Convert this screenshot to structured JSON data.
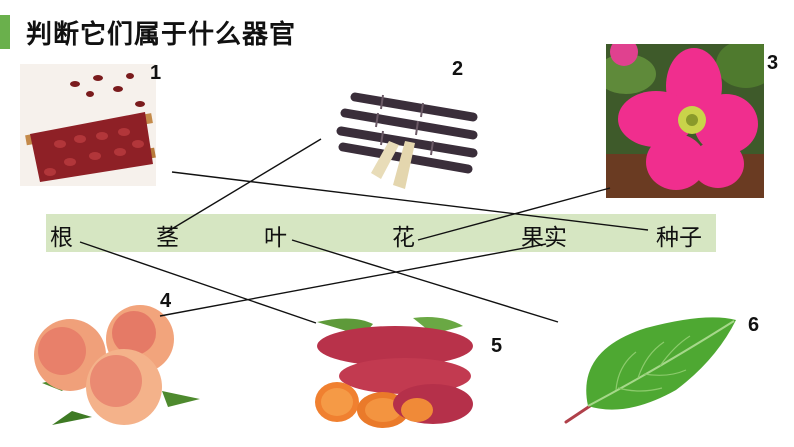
{
  "title": "判断它们属于什么器官",
  "items": [
    {
      "number": "1",
      "name": "beans-image"
    },
    {
      "number": "2",
      "name": "sugarcane-image"
    },
    {
      "number": "3",
      "name": "petunia-flower-image"
    },
    {
      "number": "4",
      "name": "peach-image"
    },
    {
      "number": "5",
      "name": "sweet-potato-image"
    },
    {
      "number": "6",
      "name": "leaf-image"
    }
  ],
  "organs": [
    "根",
    "茎",
    "叶",
    "花",
    "果实",
    "种子"
  ],
  "colors": {
    "accent": "#6ab04c",
    "band": "#d6e6c2"
  }
}
